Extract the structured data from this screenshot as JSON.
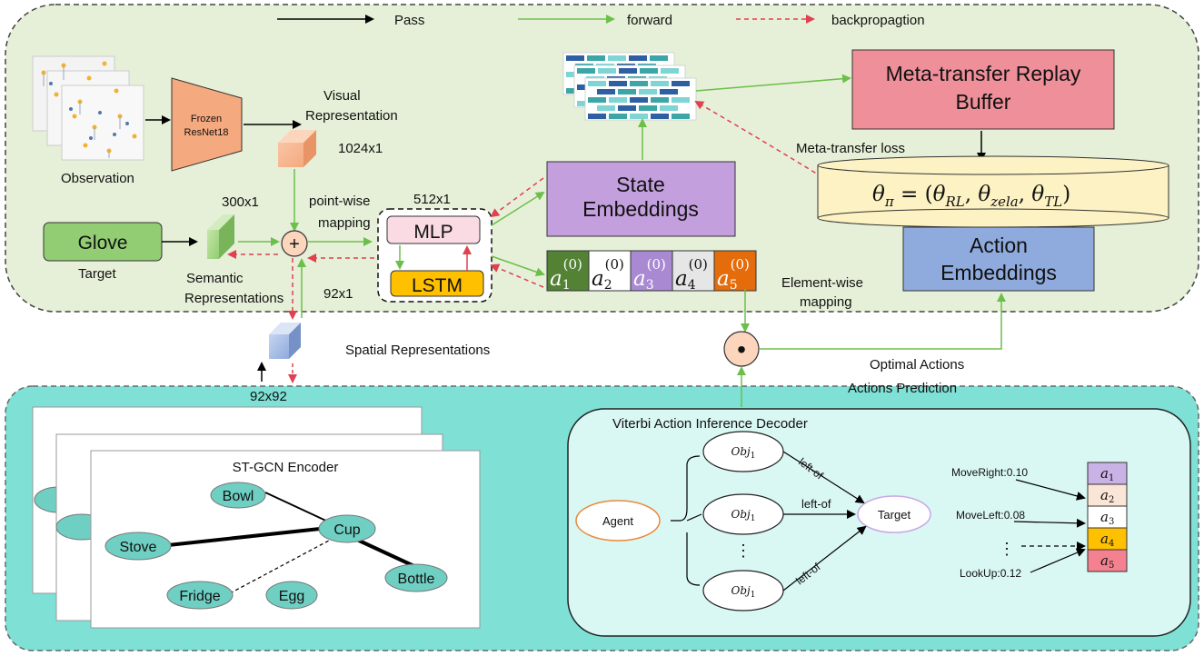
{
  "colors": {
    "top_panel": "#e6f0d8",
    "bottom_panel": "#7fe0d5",
    "forward": "#6cbf4a",
    "backprop": "#e0404f",
    "pass": "#000000",
    "resnet": "#f5a97e",
    "glove": "#92cc73",
    "state_emb": "#c49fdd",
    "action_emb": "#8faadc",
    "replay": "#ef8f9a",
    "params": "#fdf2c3",
    "mlp": "#fadbe3",
    "lstm": "#ffc000",
    "node": "#6fcfc2",
    "viterbi_bg": "#d9f7f3"
  },
  "legend": {
    "pass": "Pass",
    "forward": "forward",
    "backprop": "backpropagtion"
  },
  "visual": {
    "observation": "Observation",
    "resnet_line1": "Frozen",
    "resnet_line2": "ResNet18",
    "rep_line1": "Visual",
    "rep_line2": "Representation",
    "dim": "1024x1"
  },
  "semantic": {
    "dim": "300x1",
    "glove": "Glove",
    "target": "Target",
    "rep_line1": "Semantic",
    "rep_line2": "Representations"
  },
  "fusion": {
    "pointwise_line1": "point-wise",
    "pointwise_line2": "mapping",
    "plus": "+",
    "spatial_dim": "92x1"
  },
  "spatial": {
    "label": "Spatial Representations",
    "dim": "92x92"
  },
  "policy": {
    "dim": "512x1",
    "mlp": "MLP",
    "lstm": "LSTM"
  },
  "state": {
    "line1": "State",
    "line2": "Embeddings"
  },
  "actions_row": [
    {
      "sym": "a",
      "sub": "1",
      "sup": "(0)",
      "color": "#548235",
      "text_color": "#ffffff"
    },
    {
      "sym": "a",
      "sub": "2",
      "sup": "(0)",
      "color": "#ffffff",
      "text_color": "#111111"
    },
    {
      "sym": "a",
      "sub": "3",
      "sup": "(0)",
      "color": "#a98ad2",
      "text_color": "#ffffff"
    },
    {
      "sym": "a",
      "sub": "4",
      "sup": "(0)",
      "color": "#e7e6e6",
      "text_color": "#111111"
    },
    {
      "sym": "a",
      "sub": "5",
      "sup": "(0)",
      "color": "#e46c0a",
      "text_color": "#ffffff"
    }
  ],
  "replay": {
    "line1": "Meta-transfer  Replay",
    "line2": "Buffer"
  },
  "meta_loss": "Meta-transfer loss",
  "params": {
    "theta": "θ",
    "pi": "π",
    "eq": " = (",
    "rl": "RL",
    "zela": "zela",
    "tl": "TL",
    "sep": ", ",
    "close": ")"
  },
  "action_emb": {
    "line1": "Action",
    "line2": "Embeddings"
  },
  "elementwise": {
    "line1": "Element-wise",
    "line2": "mapping",
    "dot": "•"
  },
  "optimal_actions": "Optimal Actions",
  "actions_prediction": "Actions Prediction",
  "stgcn": {
    "title": "ST-GCN Encoder",
    "nodes": [
      "Bowl",
      "Cup",
      "Stove",
      "Bottle",
      "Fridge",
      "Egg"
    ]
  },
  "viterbi": {
    "title": "Viterbi Action Inference Decoder",
    "agent": "Agent",
    "obj": "Obj",
    "obj_sub": "1",
    "target": "Target",
    "edge_label": "left-of",
    "dots": "⋮",
    "probs": [
      "MoveRight:0.10",
      "MoveLeft:0.08",
      "LookUp:0.12"
    ],
    "stack": [
      {
        "sym": "a",
        "sub": "1",
        "color": "#c9b3e6"
      },
      {
        "sym": "a",
        "sub": "2",
        "color": "#fbe5d6"
      },
      {
        "sym": "a",
        "sub": "3",
        "color": "#ffffff"
      },
      {
        "sym": "a",
        "sub": "4",
        "color": "#ffc000"
      },
      {
        "sym": "a",
        "sub": "5",
        "color": "#f4818f"
      }
    ]
  }
}
